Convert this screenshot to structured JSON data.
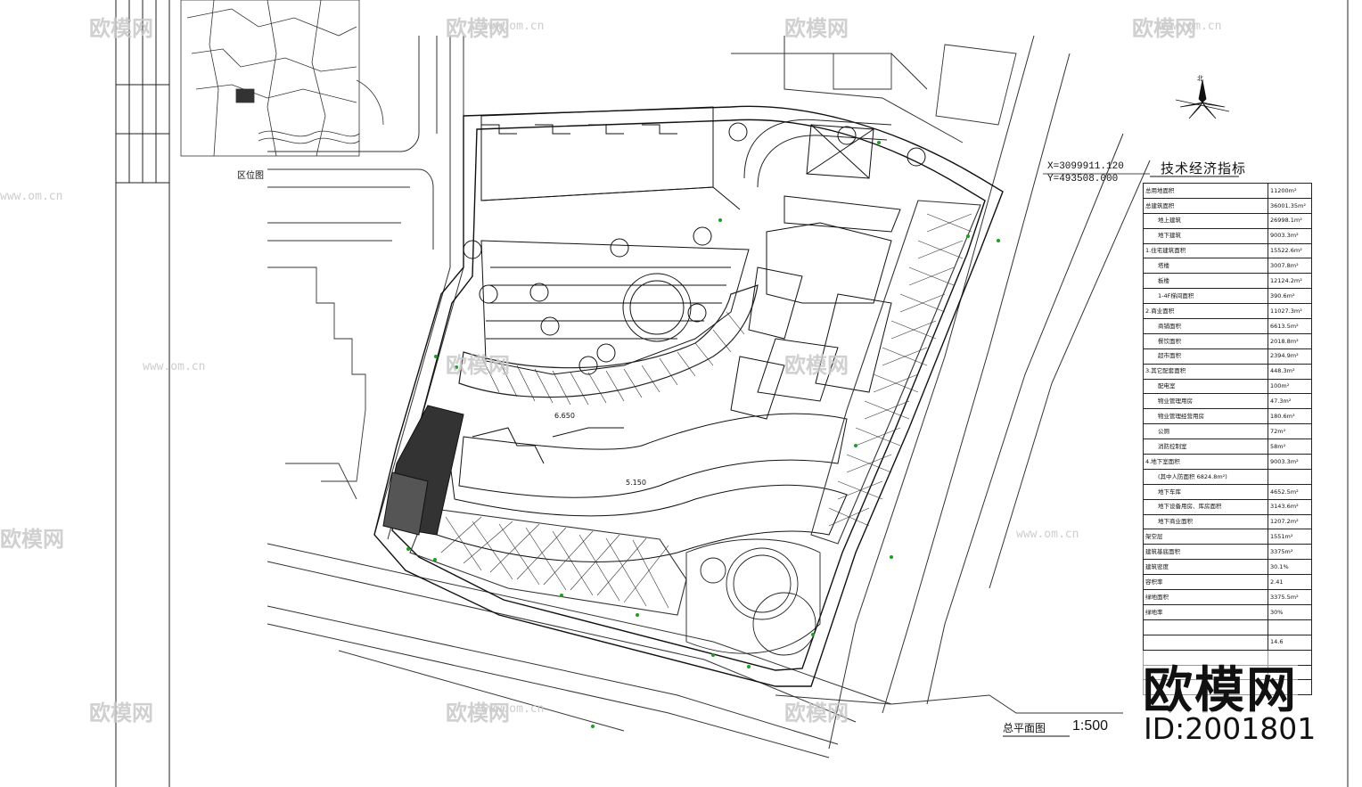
{
  "drawing": {
    "plan_title": "总平面图",
    "scale": "1:500",
    "location_map_label": "区位图",
    "north_label": "北",
    "coord_x": "X=3099911.120",
    "coord_y": "Y=493508.000",
    "elevation_a": "6.650",
    "elevation_b": "5.150"
  },
  "indicators": {
    "title": "技术经济指标",
    "rows": [
      {
        "label": "总用地面积",
        "value": "11200m²",
        "indent": false
      },
      {
        "label": "总建筑面积",
        "value": "36001.35m²",
        "indent": false
      },
      {
        "label": "地上建筑",
        "value": "26998.1m²",
        "indent": true
      },
      {
        "label": "地下建筑",
        "value": "9003.3m²",
        "indent": true
      },
      {
        "label": "1.住宅建筑面积",
        "value": "15522.6m²",
        "indent": false
      },
      {
        "label": "塔楼",
        "value": "3007.8m²",
        "indent": true
      },
      {
        "label": "板楼",
        "value": "12124.2m²",
        "indent": true
      },
      {
        "label": "1-4F梯间面积",
        "value": "390.6m²",
        "indent": true
      },
      {
        "label": "2.商业面积",
        "value": "11027.3m²",
        "indent": false
      },
      {
        "label": "商铺面积",
        "value": "6613.5m²",
        "indent": true
      },
      {
        "label": "餐饮面积",
        "value": "2018.8m²",
        "indent": true
      },
      {
        "label": "超市面积",
        "value": "2394.9m²",
        "indent": true
      },
      {
        "label": "3.其它配套面积",
        "value": "448.3m²",
        "indent": false
      },
      {
        "label": "配电室",
        "value": "100m²",
        "indent": true
      },
      {
        "label": "物业管理用房",
        "value": "47.3m²",
        "indent": true
      },
      {
        "label": "物业管理经营用房",
        "value": "180.6m²",
        "indent": true
      },
      {
        "label": "公厕",
        "value": "72m²",
        "indent": true
      },
      {
        "label": "消防控制室",
        "value": "58m²",
        "indent": true
      },
      {
        "label": "4.地下室面积",
        "value": "9003.3m²",
        "indent": false
      },
      {
        "label": "(其中人防面积 6824.8m²)",
        "value": "",
        "indent": true
      },
      {
        "label": "地下车库",
        "value": "4652.5m²",
        "indent": true
      },
      {
        "label": "地下设备用房、库房面积",
        "value": "3143.6m²",
        "indent": true
      },
      {
        "label": "地下商业面积",
        "value": "1207.2m²",
        "indent": true
      },
      {
        "label": "架空层",
        "value": "1551m²",
        "indent": false
      },
      {
        "label": "建筑基底面积",
        "value": "3375m²",
        "indent": false
      },
      {
        "label": "建筑密度",
        "value": "30.1%",
        "indent": false
      },
      {
        "label": "容积率",
        "value": "2.41",
        "indent": false
      },
      {
        "label": "绿地面积",
        "value": "3375.5m²",
        "indent": false
      },
      {
        "label": "绿地率",
        "value": "30%",
        "indent": false
      },
      {
        "label": "",
        "value": "",
        "indent": false
      },
      {
        "label": "",
        "value": "14.6",
        "indent": false
      },
      {
        "label": "",
        "value": "",
        "indent": false
      },
      {
        "label": "",
        "value": "",
        "indent": false
      },
      {
        "label": "",
        "value": "",
        "indent": false
      }
    ]
  },
  "watermark": {
    "brand": "欧模网",
    "id": "ID:2001801",
    "url": "www.om.cn"
  }
}
